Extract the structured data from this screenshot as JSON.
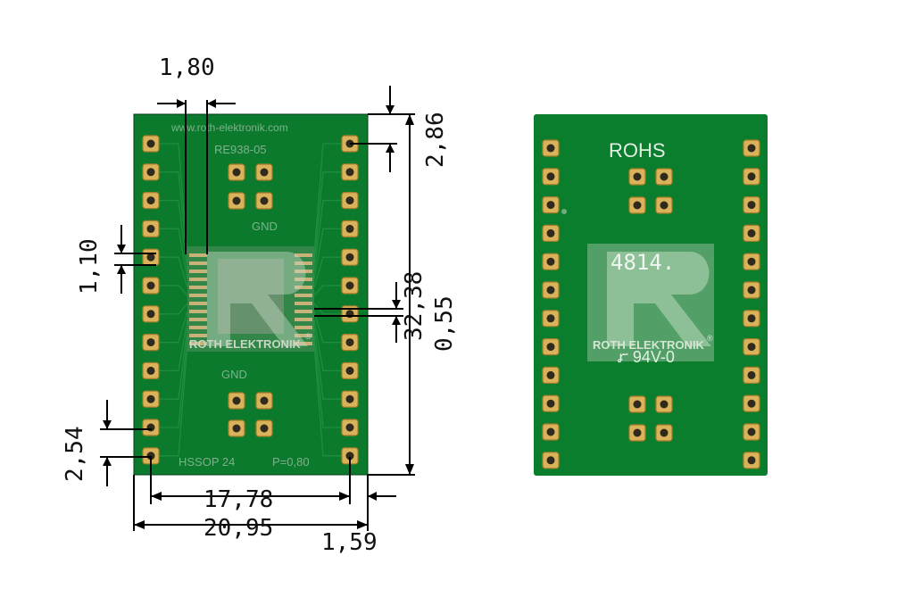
{
  "dimensions": {
    "pin_spacing_small": "1,80",
    "top_offset": "2,86",
    "pad_width": "1,10",
    "height": "32,38",
    "pitch_fine": "0,55",
    "pitch": "2,54",
    "row_spacing": "17,78",
    "board_width": "20,95",
    "edge_offset": "1,59"
  },
  "left_board": {
    "url": "www.roth-elektronik.com",
    "part_no": "RE938-05",
    "gnd_top": "GND",
    "gnd_bottom": "GND",
    "logo": "ROTH ELEKTRONIK",
    "registered": "®",
    "footprint": "HSSOP 24",
    "pitch_label": "P=0,80"
  },
  "right_board": {
    "rohs": "ROHS",
    "stamp": "4814.",
    "logo": "ROTH ELEKTRONIK",
    "registered": "®",
    "ul": "ꭊ 94V-0"
  },
  "colors": {
    "pcb_green": "#0a7a2c",
    "pad_gold": "#d9b25a",
    "silkscreen": "#7fb08c"
  }
}
